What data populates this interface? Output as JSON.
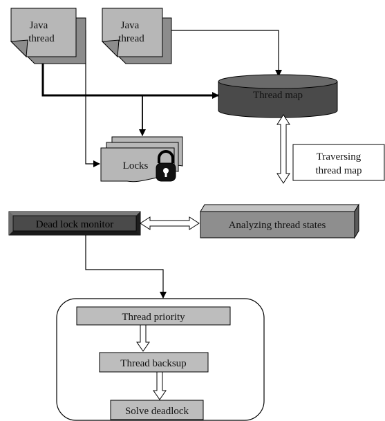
{
  "nodes": {
    "java_thread_1": {
      "line1": "Java",
      "line2": "thread"
    },
    "java_thread_2": {
      "line1": "Java",
      "line2": "thread"
    },
    "thread_map": {
      "label": "Thread map"
    },
    "locks": {
      "label": "Locks"
    },
    "traversing": {
      "line1": "Traversing",
      "line2": "thread map"
    },
    "deadlock_monitor": {
      "label": "Dead lock monitor"
    },
    "analyzing": {
      "label": "Analyzing thread states"
    },
    "thread_priority": {
      "label": "Thread priority"
    },
    "thread_backsup": {
      "label": "Thread backsup"
    },
    "solve_deadlock": {
      "label": "Solve deadlock"
    }
  },
  "colors": {
    "page_fill": "#b7b7b7",
    "page_fold": "#8c8c8c",
    "dark_fill": "#4a4a4a",
    "box_fill": "#8e8e8e",
    "box_top": "#c2c2c2",
    "box_side": "#5a5a5a",
    "step_fill": "#bdbdbd",
    "line": "#000000"
  }
}
